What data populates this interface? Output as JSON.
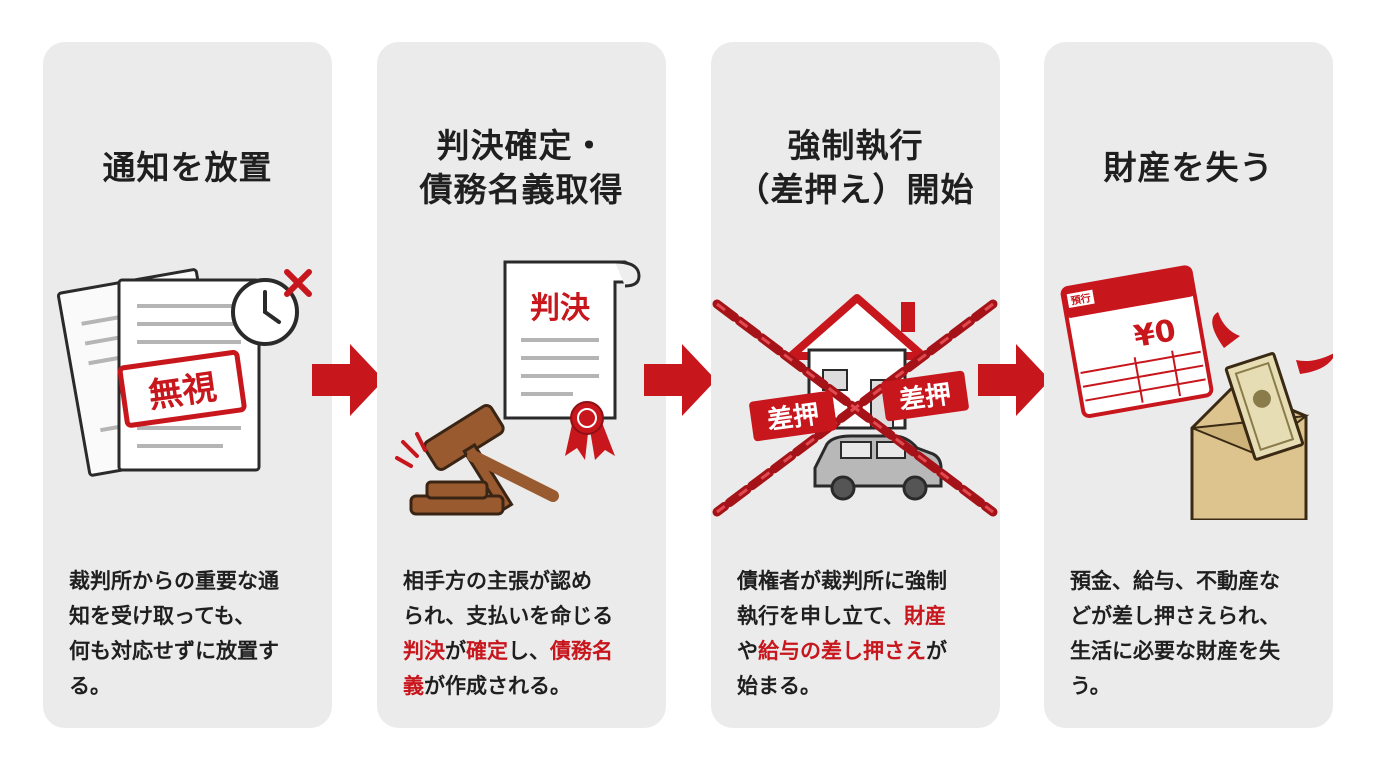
{
  "colors": {
    "accent": "#c8161d",
    "card_bg": "#ebebeb",
    "text": "#1f1f1f",
    "wood": "#9a5a30"
  },
  "steps": [
    {
      "title_lines": [
        "通知を放置"
      ],
      "stamp_text": "無視",
      "icons": [
        "documents-icon",
        "clock-icon",
        "cross-icon"
      ],
      "desc": [
        {
          "t": "裁判所からの重要な通",
          "hl": false
        },
        {
          "t": "知を受け取っても、",
          "hl": false
        },
        {
          "t": "何も対応せずに放置す",
          "hl": false
        },
        {
          "t": "る。",
          "hl": false
        }
      ]
    },
    {
      "title_lines": [
        "判決確定・",
        "債務名義取得"
      ],
      "stamp_text": "判決",
      "icons": [
        "judgment-scroll-icon",
        "gavel-icon",
        "ribbon-seal-icon"
      ],
      "desc": [
        {
          "t": "相手方の主張が認め",
          "hl": false
        },
        {
          "t": "られ、支払いを命じる",
          "hl": false
        },
        {
          "t": "判決",
          "hl": true
        },
        {
          "t": "が",
          "hl": false
        },
        {
          "t": "確定",
          "hl": true
        },
        {
          "t": "し、",
          "hl": false
        },
        {
          "t": "債務名",
          "hl": true
        },
        {
          "t": "義",
          "hl": true
        },
        {
          "t": "が作成される。",
          "hl": false
        }
      ],
      "desc_breaks": [
        0,
        1,
        6
      ]
    },
    {
      "title_lines": [
        "強制執行",
        "（差押え）開始"
      ],
      "stamp_text": "差押",
      "icons": [
        "chain-icon",
        "house-icon",
        "car-icon"
      ],
      "desc": [
        {
          "t": "債権者が裁判所に強制",
          "hl": false
        },
        {
          "t": "執行を申し立て、",
          "hl": false
        },
        {
          "t": "財産",
          "hl": true
        },
        {
          "t": "や",
          "hl": false
        },
        {
          "t": "給与の差し押さえ",
          "hl": true
        },
        {
          "t": "が",
          "hl": false
        },
        {
          "t": "始まる。",
          "hl": false
        }
      ],
      "desc_breaks": [
        0,
        2,
        5
      ]
    },
    {
      "title_lines": [
        "財産を失う"
      ],
      "passbook_label": "預行",
      "passbook_amount": "¥0",
      "icons": [
        "passbook-icon",
        "envelope-icon",
        "flying-money-icon"
      ],
      "desc": [
        {
          "t": "預金、給与、不動産な",
          "hl": false
        },
        {
          "t": "どが差し押さえられ、",
          "hl": false
        },
        {
          "t": "生活に必要な財産を失",
          "hl": false
        },
        {
          "t": "う。",
          "hl": false
        }
      ]
    }
  ]
}
